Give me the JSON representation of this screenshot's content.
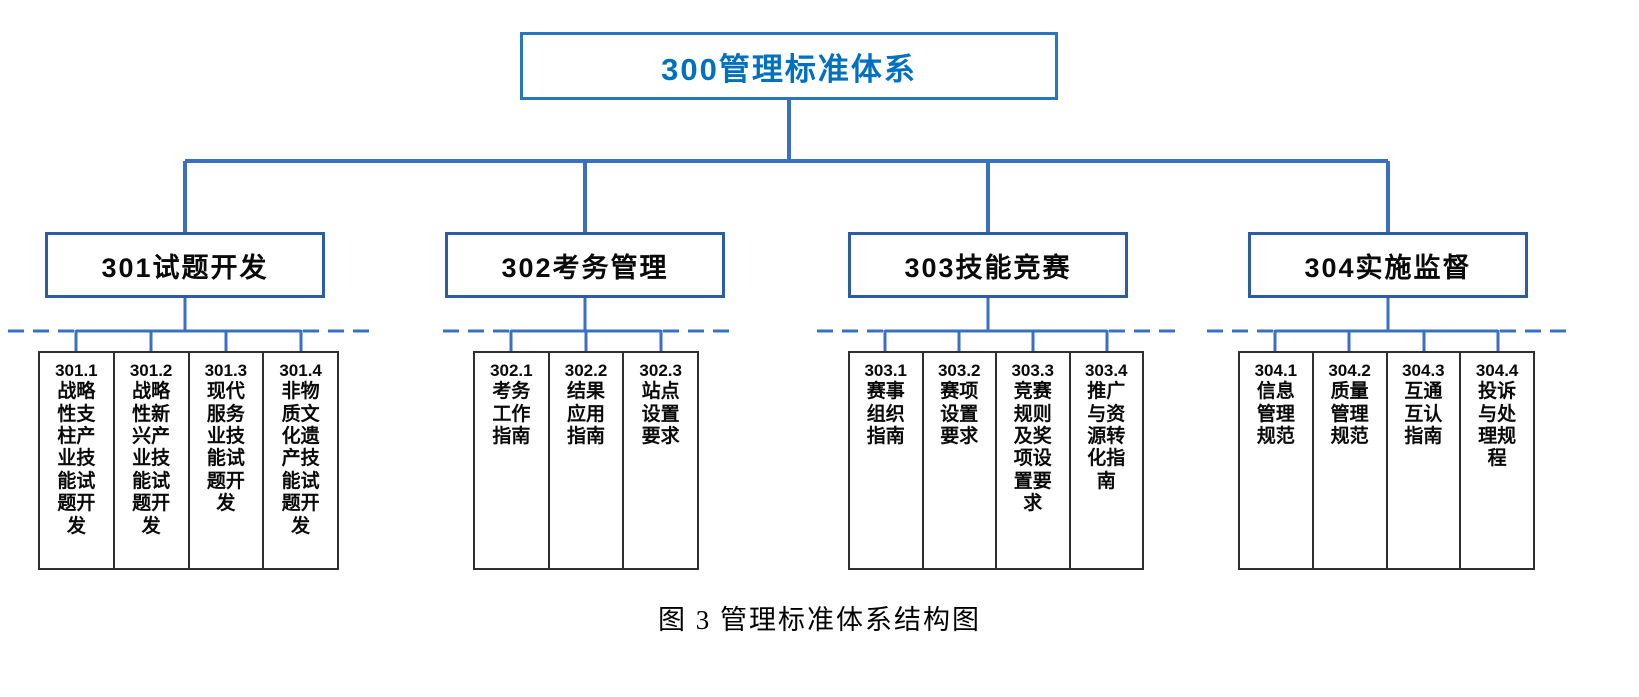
{
  "root": {
    "label": "300管理标准体系"
  },
  "branches": [
    {
      "label": "301试题开发",
      "children": [
        {
          "code": "301.1",
          "label": "战略性支柱产业技能试题开发"
        },
        {
          "code": "301.2",
          "label": "战略性新兴产业技能试题开发"
        },
        {
          "code": "301.3",
          "label": "现代服务业技能试题开发"
        },
        {
          "code": "301.4",
          "label": "非物质文化遗产技能试题开发"
        }
      ]
    },
    {
      "label": "302考务管理",
      "children": [
        {
          "code": "302.1",
          "label": "考务工作指南"
        },
        {
          "code": "302.2",
          "label": "结果应用指南"
        },
        {
          "code": "302.3",
          "label": "站点设置要求"
        }
      ]
    },
    {
      "label": "303技能竞赛",
      "children": [
        {
          "code": "303.1",
          "label": "赛事组织指南"
        },
        {
          "code": "303.2",
          "label": "赛项设置要求"
        },
        {
          "code": "303.3",
          "label": "竞赛规则及奖项设置要求"
        },
        {
          "code": "303.4",
          "label": "推广与资源转化指南"
        }
      ]
    },
    {
      "label": "304实施监督",
      "children": [
        {
          "code": "304.1",
          "label": "信息管理规范"
        },
        {
          "code": "304.2",
          "label": "质量管理规范"
        },
        {
          "code": "304.3",
          "label": "互通互认指南"
        },
        {
          "code": "304.4",
          "label": "投诉与处理规程"
        }
      ]
    }
  ],
  "caption": "图 3  管理标准体系结构图",
  "colors": {
    "connector_line": "#3A70C2",
    "root_border": "#2776BE",
    "root_text": "#0070C0",
    "branch_border": "#2B5DA7",
    "leaf_border": "#2f2f2f"
  }
}
